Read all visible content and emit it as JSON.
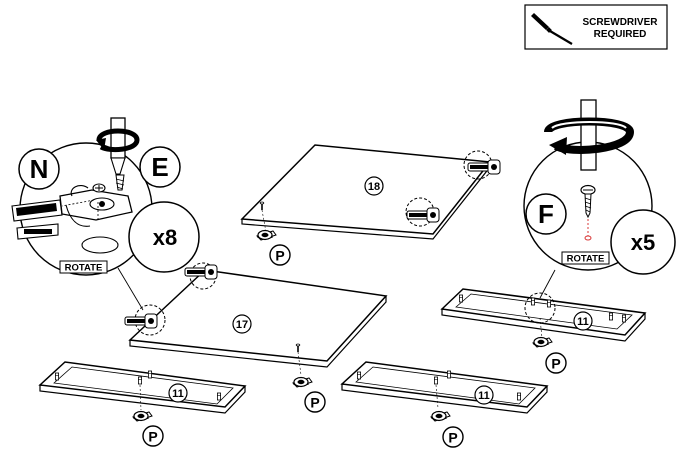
{
  "notice": {
    "line1": "SCREWDRIVER",
    "line2": "REQUIRED",
    "icon": "screwdriver-icon"
  },
  "left_callout": {
    "hardware_a": "N",
    "hardware_b": "E",
    "quantity": "x8",
    "rotate_label": "ROTATE"
  },
  "right_callout": {
    "hardware": "F",
    "quantity": "x5",
    "rotate_label": "ROTATE"
  },
  "parts": {
    "panel_top": "18",
    "panel_bottom": "17",
    "rail": "11"
  },
  "fastener_label": "P",
  "colors": {
    "ink": "#000000",
    "paper": "#ffffff",
    "pin_marker": "#d93a3a"
  }
}
